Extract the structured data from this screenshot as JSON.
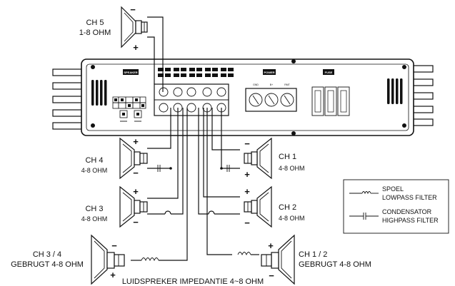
{
  "speakers": {
    "ch5": {
      "name": "CH 5",
      "impedance": "1-8 OHM"
    },
    "ch4": {
      "name": "CH 4",
      "impedance": "4-8 OHM"
    },
    "ch3": {
      "name": "CH 3",
      "impedance": "4-8 OHM"
    },
    "ch34": {
      "name": "CH 3 / 4",
      "impedance": "GEBRUGT 4-8 OHM"
    },
    "ch1": {
      "name": "CH 1",
      "impedance": "4-8 OHM"
    },
    "ch2": {
      "name": "CH 2",
      "impedance": "4-8 OHM"
    },
    "ch12": {
      "name": "CH 1 / 2",
      "impedance": "GEBRUGT 4-8 OHM"
    }
  },
  "signs": {
    "plus": "+",
    "minus": "−"
  },
  "amplifier": {
    "speaker_label": "SPEAKER",
    "power_label": "POWER",
    "fuse_label": "FUSE",
    "power_terminals": [
      "GND",
      "B+",
      "RMT"
    ]
  },
  "legend": {
    "coil_title": "SPOEL",
    "coil_desc": "LOWPASS FILTER",
    "cap_title": "CONDENSATOR",
    "cap_desc": "HIGHPASS FILTER"
  },
  "footer": {
    "caption": "LUIDSPREKER IMPEDANTIE 4~8 OHM"
  }
}
